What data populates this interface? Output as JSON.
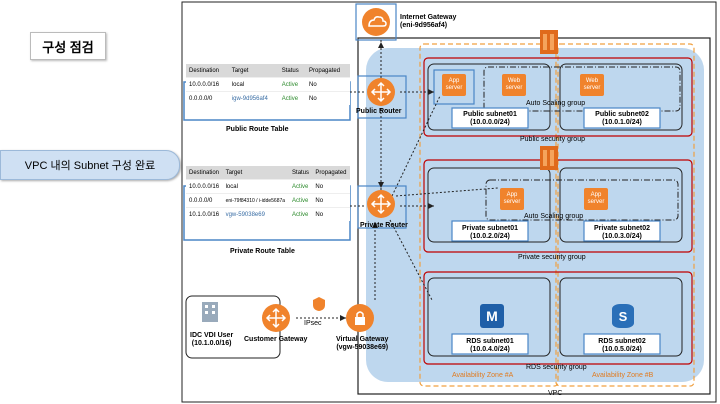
{
  "title": "구성 점검",
  "callout": "VPC 내의 Subnet 구성 완료",
  "igw": {
    "line1": "Internet Gateway",
    "line2": "(eni-9d956af4)"
  },
  "public_table": {
    "caption": "Public Route Table",
    "headers": [
      "Destination",
      "Target",
      "Status",
      "Propagated"
    ],
    "rows": [
      [
        "10.0.0.0/16",
        "local",
        "Active",
        "No"
      ],
      [
        "0.0.0.0/0",
        "igw-9d956af4",
        "Active",
        "No"
      ]
    ]
  },
  "private_table": {
    "caption": "Private Route Table",
    "headers": [
      "Destination",
      "Target",
      "Status",
      "Propagated"
    ],
    "rows": [
      [
        "10.0.0.0/16",
        "local",
        "Active",
        "No"
      ],
      [
        "0.0.0.0/0",
        "eni-79f84310 / i-idde5687a",
        "Active",
        "No"
      ],
      [
        "10.1.0.0/16",
        "vgw-59038e69",
        "Active",
        "No"
      ]
    ]
  },
  "public_router": "Public Router",
  "private_router": "Private Router",
  "app_server": "App server",
  "web_server": "Web server",
  "auto_scaling": "Auto  Scaling group",
  "subnets": {
    "pub1": {
      "name": "Public  subnet01",
      "cidr": "(10.0.0.0/24)"
    },
    "pub2": {
      "name": "Public  subnet02",
      "cidr": "(10.0.1.0/24)"
    },
    "priv1": {
      "name": "Private subnet01",
      "cidr": "(10.0.2.0/24)"
    },
    "priv2": {
      "name": "Private subnet02",
      "cidr": "(10.0.3.0/24)"
    },
    "rds1": {
      "name": "RDS subnet01",
      "cidr": "(10.0.4.0/24)"
    },
    "rds2": {
      "name": "RDS subnet02",
      "cidr": "(10.0.5.0/24)"
    }
  },
  "public_sg": "Public security group",
  "private_sg": "Private security group",
  "rds_sg": "RDS security group",
  "az_a": "Availability  Zone #A",
  "az_b": "Availability  Zone #B",
  "vpc": "VPC",
  "idc": {
    "line1": "IDC VDI User",
    "line2": "(10.1.0.0/16)"
  },
  "customer_gw": "Customer Gateway",
  "ipsec": "IPsec",
  "vgw": {
    "line1": "Virtual Gateway",
    "line2": "(vgw-59038e69)"
  },
  "colors": {
    "orange": "#f0832c",
    "vpc_fill": "#bed7ee",
    "red": "#c00000",
    "blue": "#4a86c6"
  }
}
